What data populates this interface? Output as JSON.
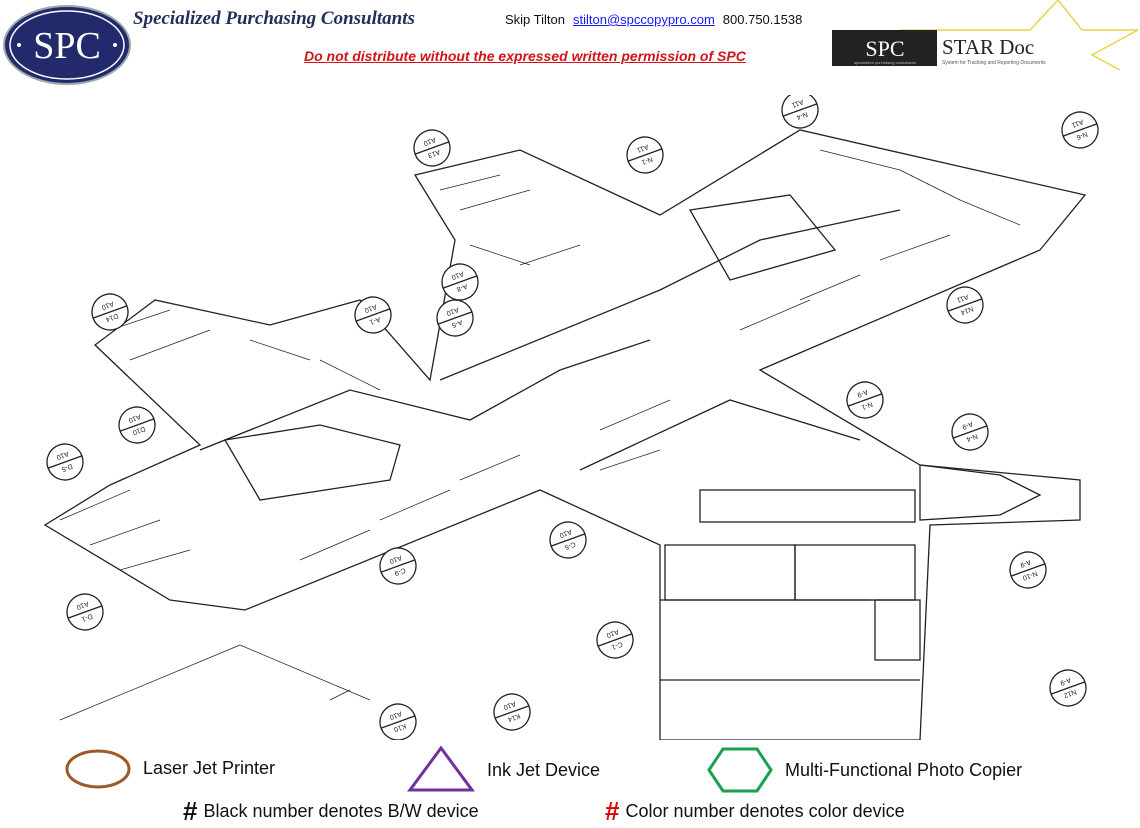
{
  "header": {
    "logo_text": "SPC",
    "company": "Specialized Purchasing Consultants",
    "contact_name": "Skip Tilton",
    "email": "stilton@spccopypro.com",
    "phone": "800.750.1538",
    "warning": "Do not distribute without the expressed written permission of SPC",
    "star_logo": {
      "left": "SPC",
      "right": "STAR Doc",
      "tagline": "System for Tracking and Reporting Documents",
      "sub": "specialized purchasing consultants"
    }
  },
  "plan_callouts": [
    {
      "top": "A13",
      "bottom": "A10"
    },
    {
      "top": "N-1",
      "bottom": "A11"
    },
    {
      "top": "N-4",
      "bottom": "A11"
    },
    {
      "top": "N-6",
      "bottom": "A11"
    },
    {
      "top": "D14",
      "bottom": "A10"
    },
    {
      "top": "A-1",
      "bottom": "A10"
    },
    {
      "top": "A-5",
      "bottom": "A10"
    },
    {
      "top": "A-8",
      "bottom": "A10"
    },
    {
      "top": "N14",
      "bottom": "A11"
    },
    {
      "top": "D10",
      "bottom": "A10"
    },
    {
      "top": "D-5",
      "bottom": "A10"
    },
    {
      "top": "N-1",
      "bottom": "A-9"
    },
    {
      "top": "N-4",
      "bottom": "A-9"
    },
    {
      "top": "C-5",
      "bottom": "A10"
    },
    {
      "top": "C-9",
      "bottom": "A10"
    },
    {
      "top": "D-1",
      "bottom": "A10"
    },
    {
      "top": "C-1",
      "bottom": "A10"
    },
    {
      "top": "N-10",
      "bottom": "A-9"
    },
    {
      "top": "N12",
      "bottom": "A-9"
    },
    {
      "top": "K10",
      "bottom": "A10"
    },
    {
      "top": "K14",
      "bottom": "A10"
    }
  ],
  "legend": {
    "laser": "Laser Jet Printer",
    "inkjet": "Ink Jet Device",
    "mfp": "Multi-Functional Photo Copier",
    "hash": "#",
    "bw": "Black number denotes B/W device",
    "color": "Color number denotes color device"
  },
  "colors": {
    "laser": "#9a5a2a",
    "inkjet": "#7030a0",
    "mfp": "#1aa050",
    "warn": "#d0141a",
    "hash_color": "#e00000",
    "navy": "#1f2f5a",
    "star": "#e8d44a"
  }
}
